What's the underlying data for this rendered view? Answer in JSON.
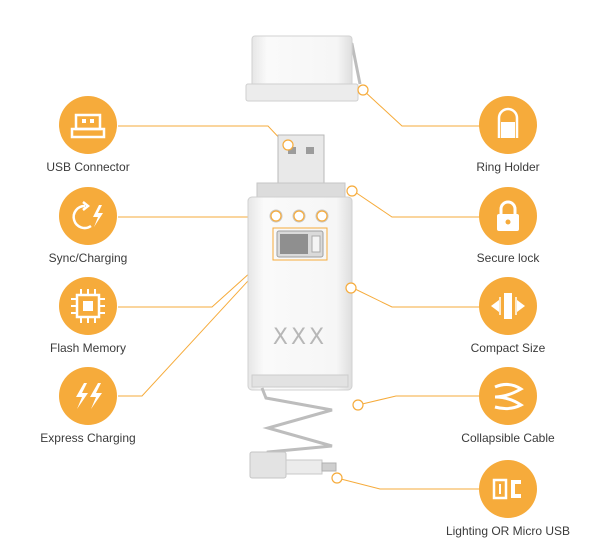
{
  "features": {
    "usb_connector": {
      "label": "USB Connector",
      "icon": "usb-connector-icon"
    },
    "sync_charging": {
      "label": "Sync/Charging",
      "icon": "sync-lightning-icon"
    },
    "flash_memory": {
      "label": "Flash Memory",
      "icon": "memory-chip-icon"
    },
    "express_charging": {
      "label": "Express Charging",
      "icon": "double-lightning-icon"
    },
    "ring_holder": {
      "label": "Ring Holder",
      "icon": "ring-holder-icon"
    },
    "secure_lock": {
      "label": "Secure lock",
      "icon": "padlock-icon"
    },
    "compact_size": {
      "label": "Compact Size",
      "icon": "compact-arrows-icon"
    },
    "collapsible_cable": {
      "label": "Collapsible Cable",
      "icon": "coiled-cable-icon"
    },
    "connector_type": {
      "label": "Lighting OR Micro USB",
      "icon": "lightning-micro-usb-icon"
    }
  },
  "device": {
    "brand_mark": "XXX"
  },
  "colors": {
    "accent": "#f6ab3b",
    "device": "#f1f1f1",
    "outline": "#cfcfcf",
    "text": "#3b3b3b"
  }
}
